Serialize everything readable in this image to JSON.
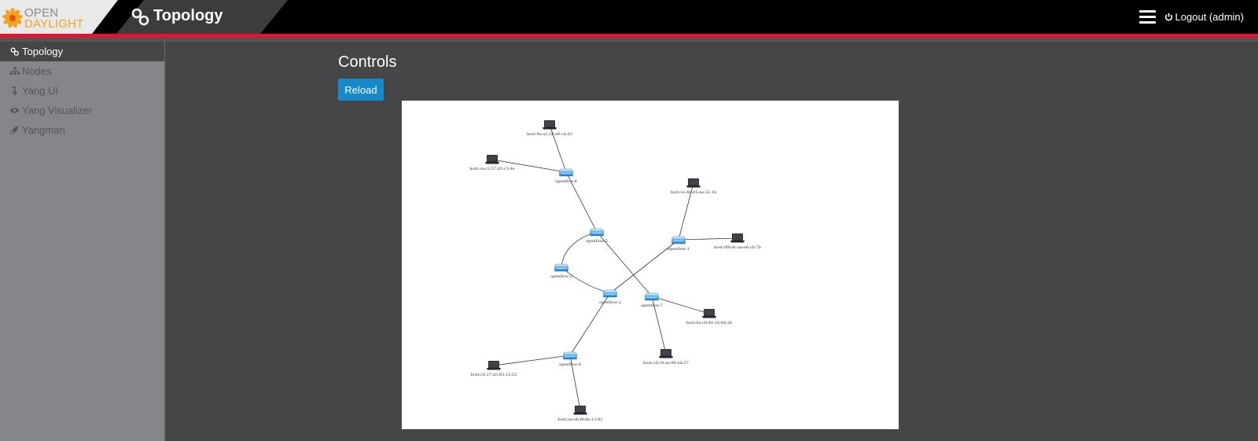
{
  "header": {
    "brand_line1": "OPEN",
    "brand_line2": "DAYLIGHT",
    "title": "Topology",
    "logout_label": "Logout (admin)"
  },
  "colors": {
    "header_bg": "#000000",
    "accent_red": "#e8102c",
    "brand_orange": "#f3a21f",
    "button_blue": "#1589c9",
    "body_bg": "#464649",
    "sidebar_bg": "#86868a"
  },
  "sidebar": {
    "items": [
      {
        "label": "Topology",
        "icon": "topology-icon",
        "active": true
      },
      {
        "label": "Nodes",
        "icon": "sitemap-icon",
        "active": false
      },
      {
        "label": "Yang UI",
        "icon": "level-down-icon",
        "active": false
      },
      {
        "label": "Yang Visualizer",
        "icon": "eye-icon",
        "active": false
      },
      {
        "label": "Yangman",
        "icon": "rocket-icon",
        "active": false
      }
    ]
  },
  "main": {
    "controls_title": "Controls",
    "reload_label": "Reload"
  },
  "topology": {
    "switches": [
      {
        "id": "s6",
        "label": "openflow:6"
      },
      {
        "id": "s5",
        "label": "openflow:5"
      },
      {
        "id": "s3",
        "label": "openflow:3"
      },
      {
        "id": "s1",
        "label": "openflow:1"
      },
      {
        "id": "s2",
        "label": "openflow:2"
      },
      {
        "id": "s7",
        "label": "openflow:7"
      },
      {
        "id": "s4",
        "label": "openflow:4"
      }
    ],
    "hosts": [
      {
        "id": "h1",
        "label": "host:9e:a2:28:e6:cd:82"
      },
      {
        "id": "h2",
        "label": "host:ce:c2:57:d3:c3:4e"
      },
      {
        "id": "h3",
        "label": "host:1e:4b:05:ee:32:1b"
      },
      {
        "id": "h4",
        "label": "host:0f0:4c:aa:e6:c0:7b"
      },
      {
        "id": "h5",
        "label": "host:0e:c8:40:16:9d:2b"
      },
      {
        "id": "h6",
        "label": "host:c6:c9:ae:96:ed:37"
      },
      {
        "id": "h7",
        "label": "host:c6:27:d3:83:12:52"
      },
      {
        "id": "h8",
        "label": "host:ae:e6:f4:8e:13:02"
      }
    ]
  }
}
